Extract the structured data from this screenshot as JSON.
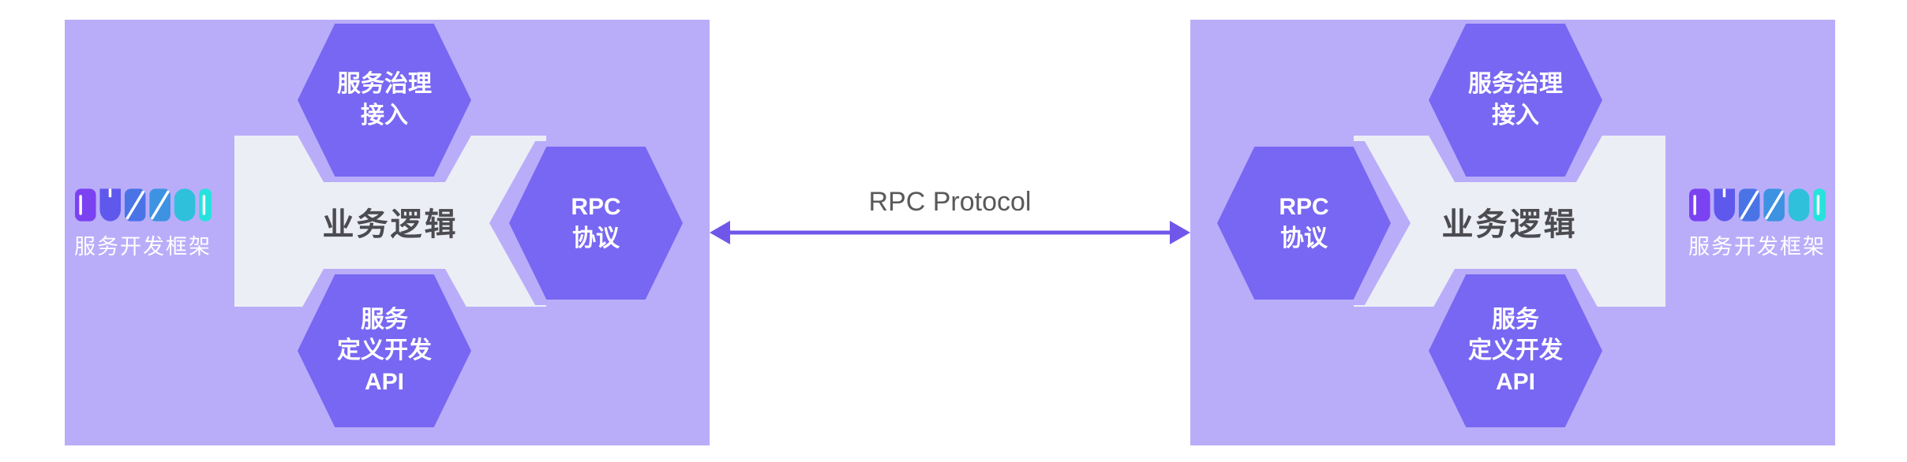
{
  "colors": {
    "page_bg": "#ffffff",
    "panel_bg": "#b9adfa",
    "hex_fill": "#7867f2",
    "hex_halo": "#b9adfa",
    "biz_bg": "#eceef5",
    "biz_text": "#4b4b50",
    "arrow": "#7157e9",
    "label_text": "#595959",
    "hex_text": "#ffffff",
    "logo_colors": [
      "#7b42f1",
      "#5f58ec",
      "#4a74e6",
      "#3e92e2",
      "#2fc0dc",
      "#27e2dc"
    ]
  },
  "connector": {
    "label": "RPC Protocol"
  },
  "panel": {
    "brand": {
      "logo_text": "DUBBO",
      "subtitle": "服务开发框架"
    },
    "business_box_label": "业务逻辑",
    "hexagons": {
      "governance": {
        "label": "服务治理\n接入"
      },
      "rpc": {
        "label": "RPC\n协议"
      },
      "api": {
        "label": "服务\n定义开发\nAPI"
      }
    }
  }
}
